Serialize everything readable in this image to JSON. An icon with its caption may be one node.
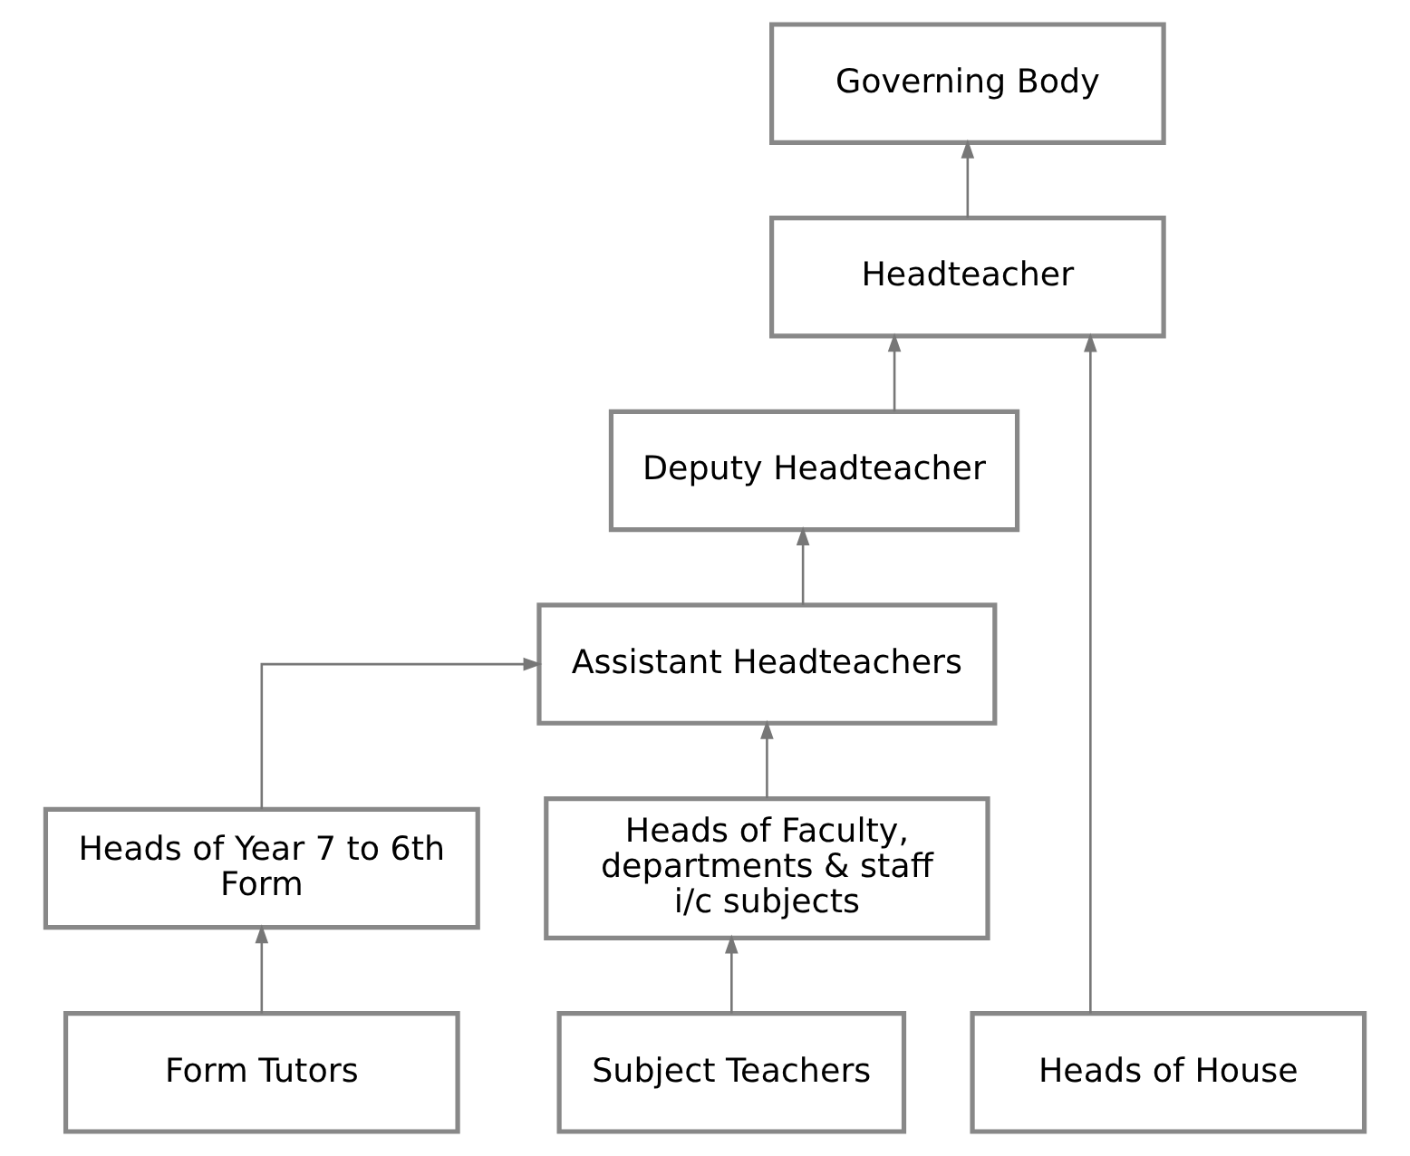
{
  "diagram": {
    "nodes": [
      {
        "text": [
          "Governing Body"
        ]
      },
      {
        "text": [
          "Headteacher"
        ]
      },
      {
        "text": [
          "Deputy Headteacher"
        ]
      },
      {
        "text": [
          "Assistant Headteachers"
        ]
      },
      {
        "text": [
          "Heads of Year 7 to 6th Form"
        ]
      },
      {
        "text": [
          "Heads of Faculty, departments & staff i/c subjects"
        ]
      },
      {
        "text": [
          "Heads of House"
        ]
      },
      {
        "text": [
          "Form Tutors"
        ]
      },
      {
        "text": [
          "Subject Teachers"
        ]
      }
    ],
    "edges": [
      {
        "from": 1,
        "to": 0,
        "arrow": "to"
      },
      {
        "from": 2,
        "to": 1,
        "arrow": "to"
      },
      {
        "from": 3,
        "to": 2,
        "arrow": "to"
      },
      {
        "from": 4,
        "to": 3,
        "arrow": "to"
      },
      {
        "from": 5,
        "to": 3,
        "arrow": "to"
      },
      {
        "from": 6,
        "to": 1,
        "arrow": "to"
      },
      {
        "from": 7,
        "to": 4,
        "arrow": "to"
      },
      {
        "from": 8,
        "to": 5,
        "arrow": "to"
      }
    ]
  }
}
